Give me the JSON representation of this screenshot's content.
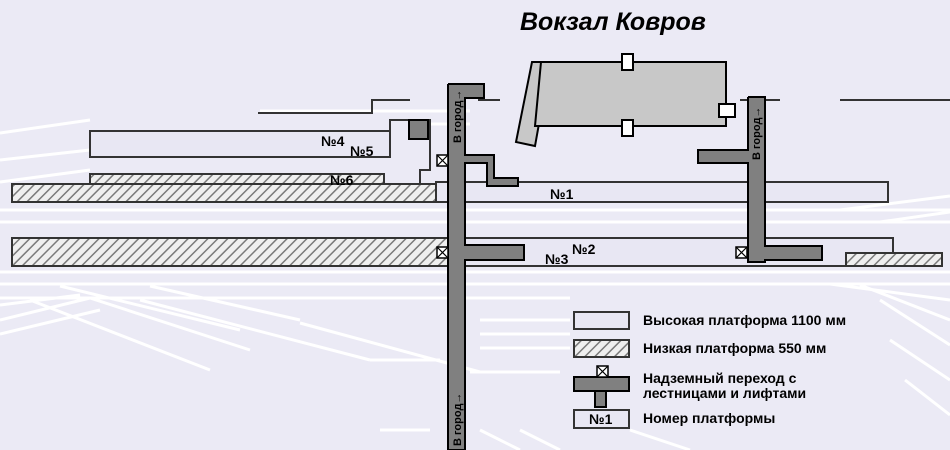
{
  "title": "Вокзал Ковров",
  "platform_labels": {
    "p1": "№1",
    "p2": "№2",
    "p3": "№3",
    "p4": "№4",
    "p5": "№5",
    "p6": "№6"
  },
  "direction_labels": {
    "top_left": "В город→",
    "right": "В город→",
    "bottom": "В город→"
  },
  "legend": {
    "high_platform": "Высокая платформа 1100 мм",
    "low_platform": "Низкая платформа 550 мм",
    "overpass_line1": "Надземный переход с",
    "overpass_line2": "лестницами и лифтами",
    "platform_number_sample": "№1",
    "platform_number": "Номер платформы"
  },
  "colors": {
    "background": "#ebeaf5",
    "high_platform_fill": "#e8e7f3",
    "structure": "#808080",
    "building": "#c8c8c8",
    "track": "#ffffff"
  }
}
